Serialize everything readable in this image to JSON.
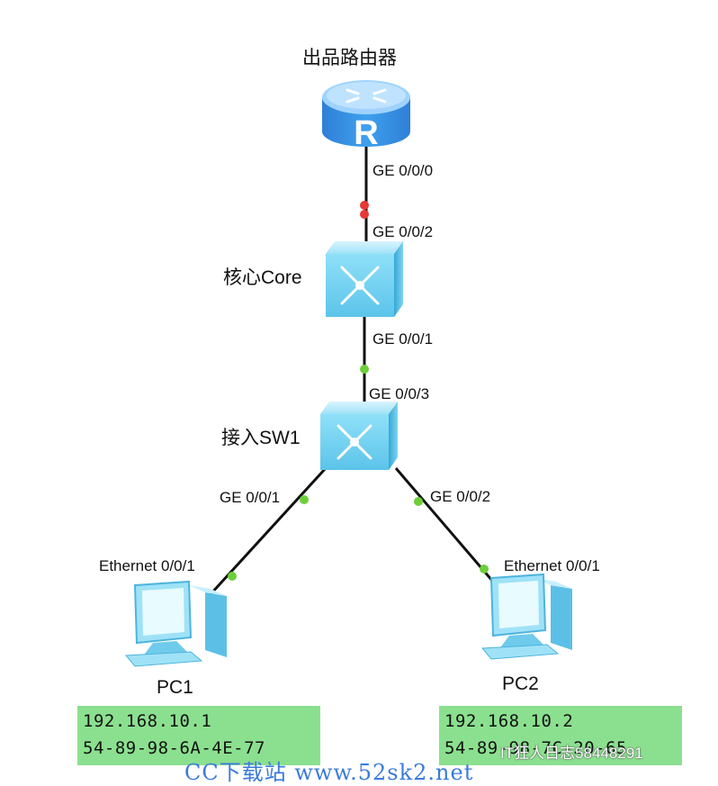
{
  "devices": {
    "router": {
      "label": "出品路由器",
      "port_down": "GE 0/0/0"
    },
    "core": {
      "label": "核心Core",
      "port_up": "GE 0/0/2",
      "port_down": "GE 0/0/1"
    },
    "sw1": {
      "label": "接入SW1",
      "port_up": "GE 0/0/3",
      "port_left": "GE 0/0/1",
      "port_right": "GE 0/0/2"
    },
    "pc1": {
      "label": "PC1",
      "port": "Ethernet 0/0/1",
      "ip": "192.168.10.1",
      "mac": "54-89-98-6A-4E-77"
    },
    "pc2": {
      "label": "PC2",
      "port": "Ethernet 0/0/1",
      "ip": "192.168.10.2",
      "mac": "54-89-98-7C-20-65"
    }
  },
  "colors": {
    "link": "#111111",
    "port_up": "#6ccf3a",
    "port_down": "#e53935",
    "info_bg": "#8be08f",
    "device": "#7fd8f2"
  },
  "watermarks": {
    "site": "CC下载站 www.52sk2.net",
    "account": "IT狂人日志58448291"
  }
}
